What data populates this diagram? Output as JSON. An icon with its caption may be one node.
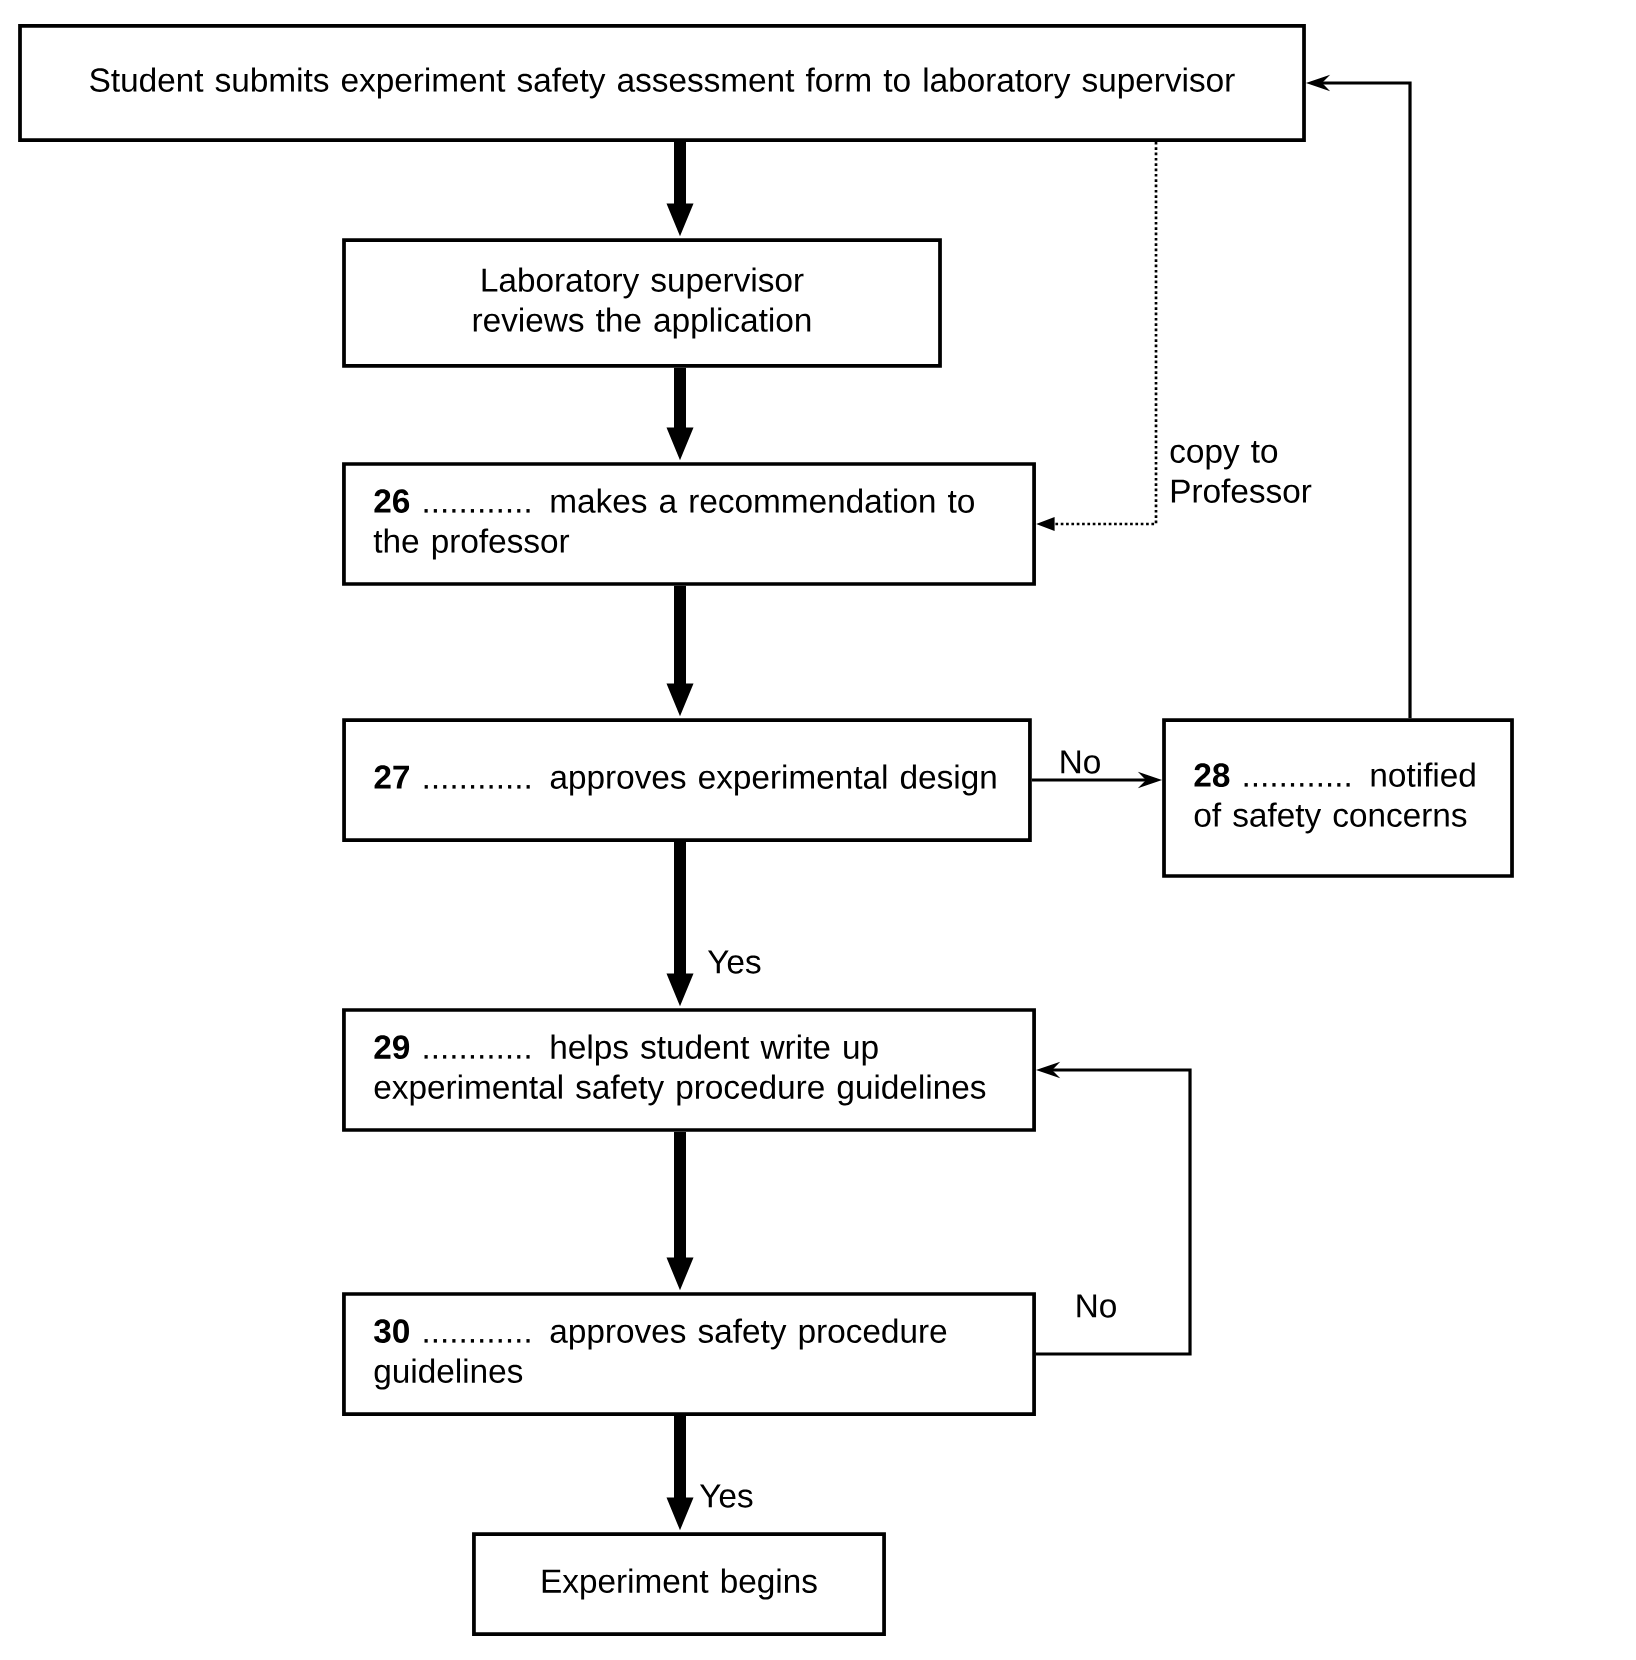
{
  "diagram": {
    "nodes": [
      {
        "text": [
          "Student submits experiment safety assessment form to laboratory supervisor"
        ]
      },
      {
        "text": [
          "Laboratory supervisor reviews the application"
        ]
      },
      {
        "text": [
          "**26** ............ makes a recommendation to the professor"
        ]
      },
      {
        "text": [
          "**27** ............ approves experimental design"
        ]
      },
      {
        "text": [
          "**28** ............ notified of safety concerns"
        ]
      },
      {
        "text": [
          "**29** ............ helps student write up experimental safety procedure guidelines"
        ]
      },
      {
        "text": [
          "**30** ............ approves safety procedure guidelines"
        ]
      },
      {
        "text": [
          "Experiment begins"
        ]
      }
    ],
    "edges": [
      {
        "from": 0,
        "to": 1,
        "arrow": "to"
      },
      {
        "from": 1,
        "to": 2,
        "arrow": "to"
      },
      {
        "from": 2,
        "to": 3,
        "arrow": "to"
      },
      {
        "from": 3,
        "to": 4,
        "arrow": "to",
        "label": "No"
      },
      {
        "from": 3,
        "to": 5,
        "arrow": "to",
        "label": "Yes"
      },
      {
        "from": 5,
        "to": 6,
        "arrow": "to"
      },
      {
        "from": 6,
        "to": 7,
        "arrow": "to",
        "label": "Yes"
      },
      {
        "from": 0,
        "to": 2,
        "arrow": "to",
        "label": "copy to Professor",
        "style": "dashed"
      },
      {
        "from": 4,
        "to": 0,
        "arrow": "to"
      },
      {
        "from": 6,
        "to": 5,
        "arrow": "to",
        "label": "No"
      }
    ]
  }
}
